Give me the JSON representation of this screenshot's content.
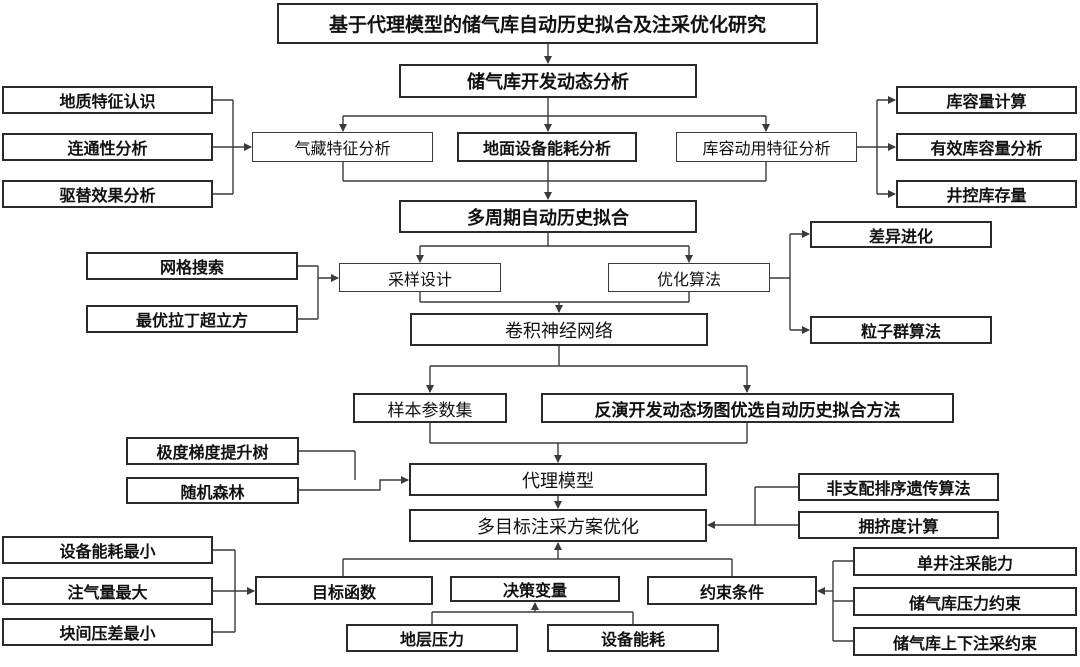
{
  "colors": {
    "line": "#3a3a3a",
    "text": "#111111",
    "background": "#ffffff"
  },
  "nodes": {
    "title": "基于代理模型的储气库自动历史拟合及注采优化研究",
    "dev_analysis": "储气库开发动态分析",
    "geo_recognition": "地质特征认识",
    "connectivity": "连通性分析",
    "displacement": "驱替效果分析",
    "reservoir_features": "气藏特征分析",
    "surface_energy": "地面设备能耗分析",
    "capacity_features": "库容动用特征分析",
    "capacity_calc": "库容量计算",
    "effective_capacity": "有效库容量分析",
    "well_control": "井控库存量",
    "multi_cycle": "多周期自动历史拟合",
    "grid_search": "网格搜索",
    "lhs": "最优拉丁超立方",
    "sampling": "采样设计",
    "optimization_algo": "优化算法",
    "de": "差异进化",
    "pso": "粒子群算法",
    "cnn": "卷积神经网络",
    "sample_set": "样本参数集",
    "inversion": "反演开发动态场图优选自动历史拟合方法",
    "gbdt": "极度梯度提升树",
    "rf": "随机森林",
    "surrogate": "代理模型",
    "nsga": "非支配排序遗传算法",
    "crowding": "拥挤度计算",
    "moo": "多目标注采方案优化",
    "min_energy": "设备能耗最小",
    "max_injection": "注气量最大",
    "min_block_diff": "块间压差最小",
    "objective": "目标函数",
    "decision": "决策变量",
    "constraints": "约束条件",
    "formation_pressure": "地层压力",
    "equipment_energy": "设备能耗",
    "single_well": "单井注采能力",
    "storage_pressure": "储气库压力约束",
    "updown_constraint": "储气库上下注采约束"
  }
}
